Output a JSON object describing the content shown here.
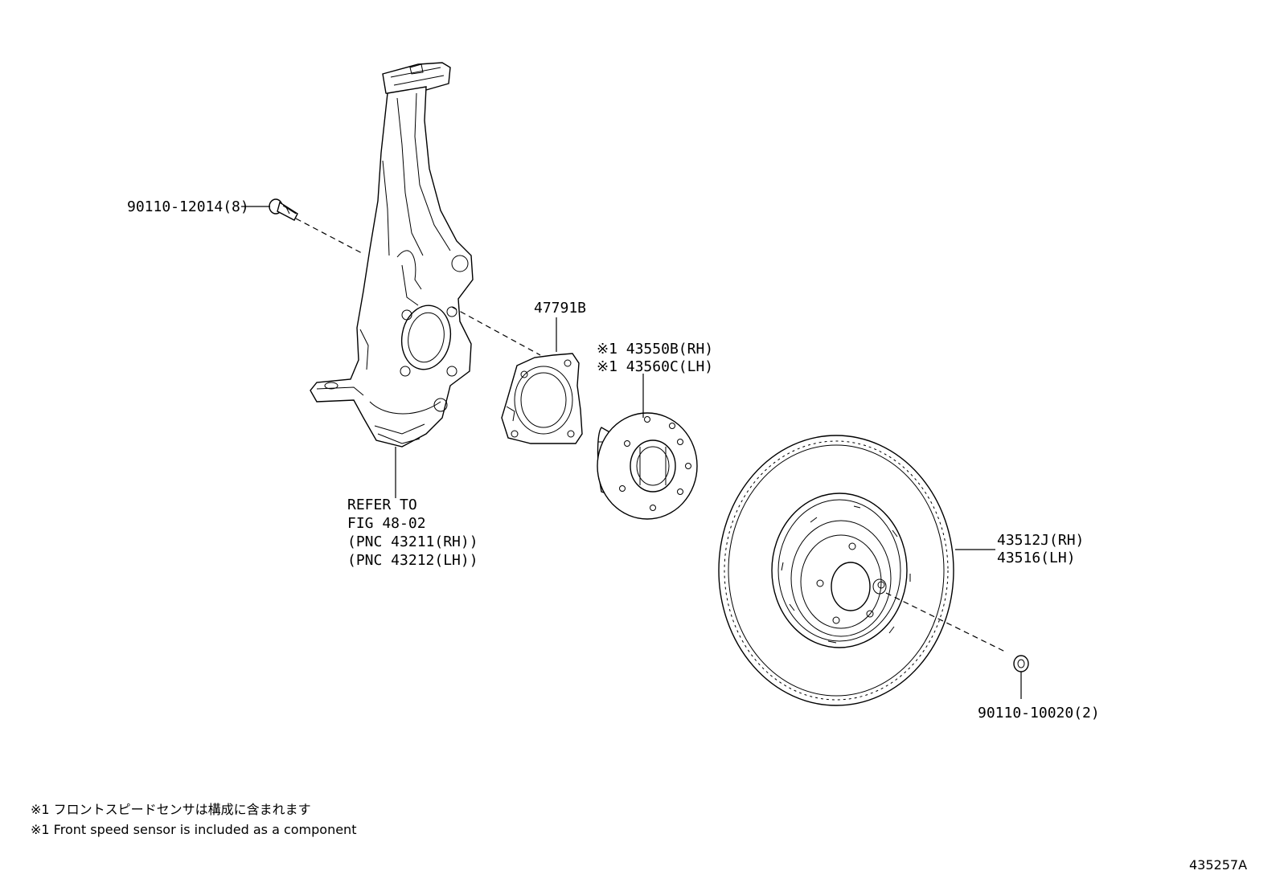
{
  "labels": {
    "bolt_knuckle": "90110-12014(8)",
    "dust_cover": "47791B",
    "hub_rh": "※1 43550B(RH)",
    "hub_lh": "※1 43560C(LH)",
    "rotor_rh": "43512J(RH)",
    "rotor_lh": "43516(LH)",
    "screw_rotor": "90110-10020(2)",
    "knuckle_ref": [
      "REFER TO",
      "FIG 48-02",
      "(PNC 43211(RH))",
      "(PNC 43212(LH))"
    ]
  },
  "notes": [
    "※1 フロントスピードセンサは構成に含まれます",
    "※1 Front speed sensor is included  as a component"
  ],
  "figure_number": "435257A"
}
